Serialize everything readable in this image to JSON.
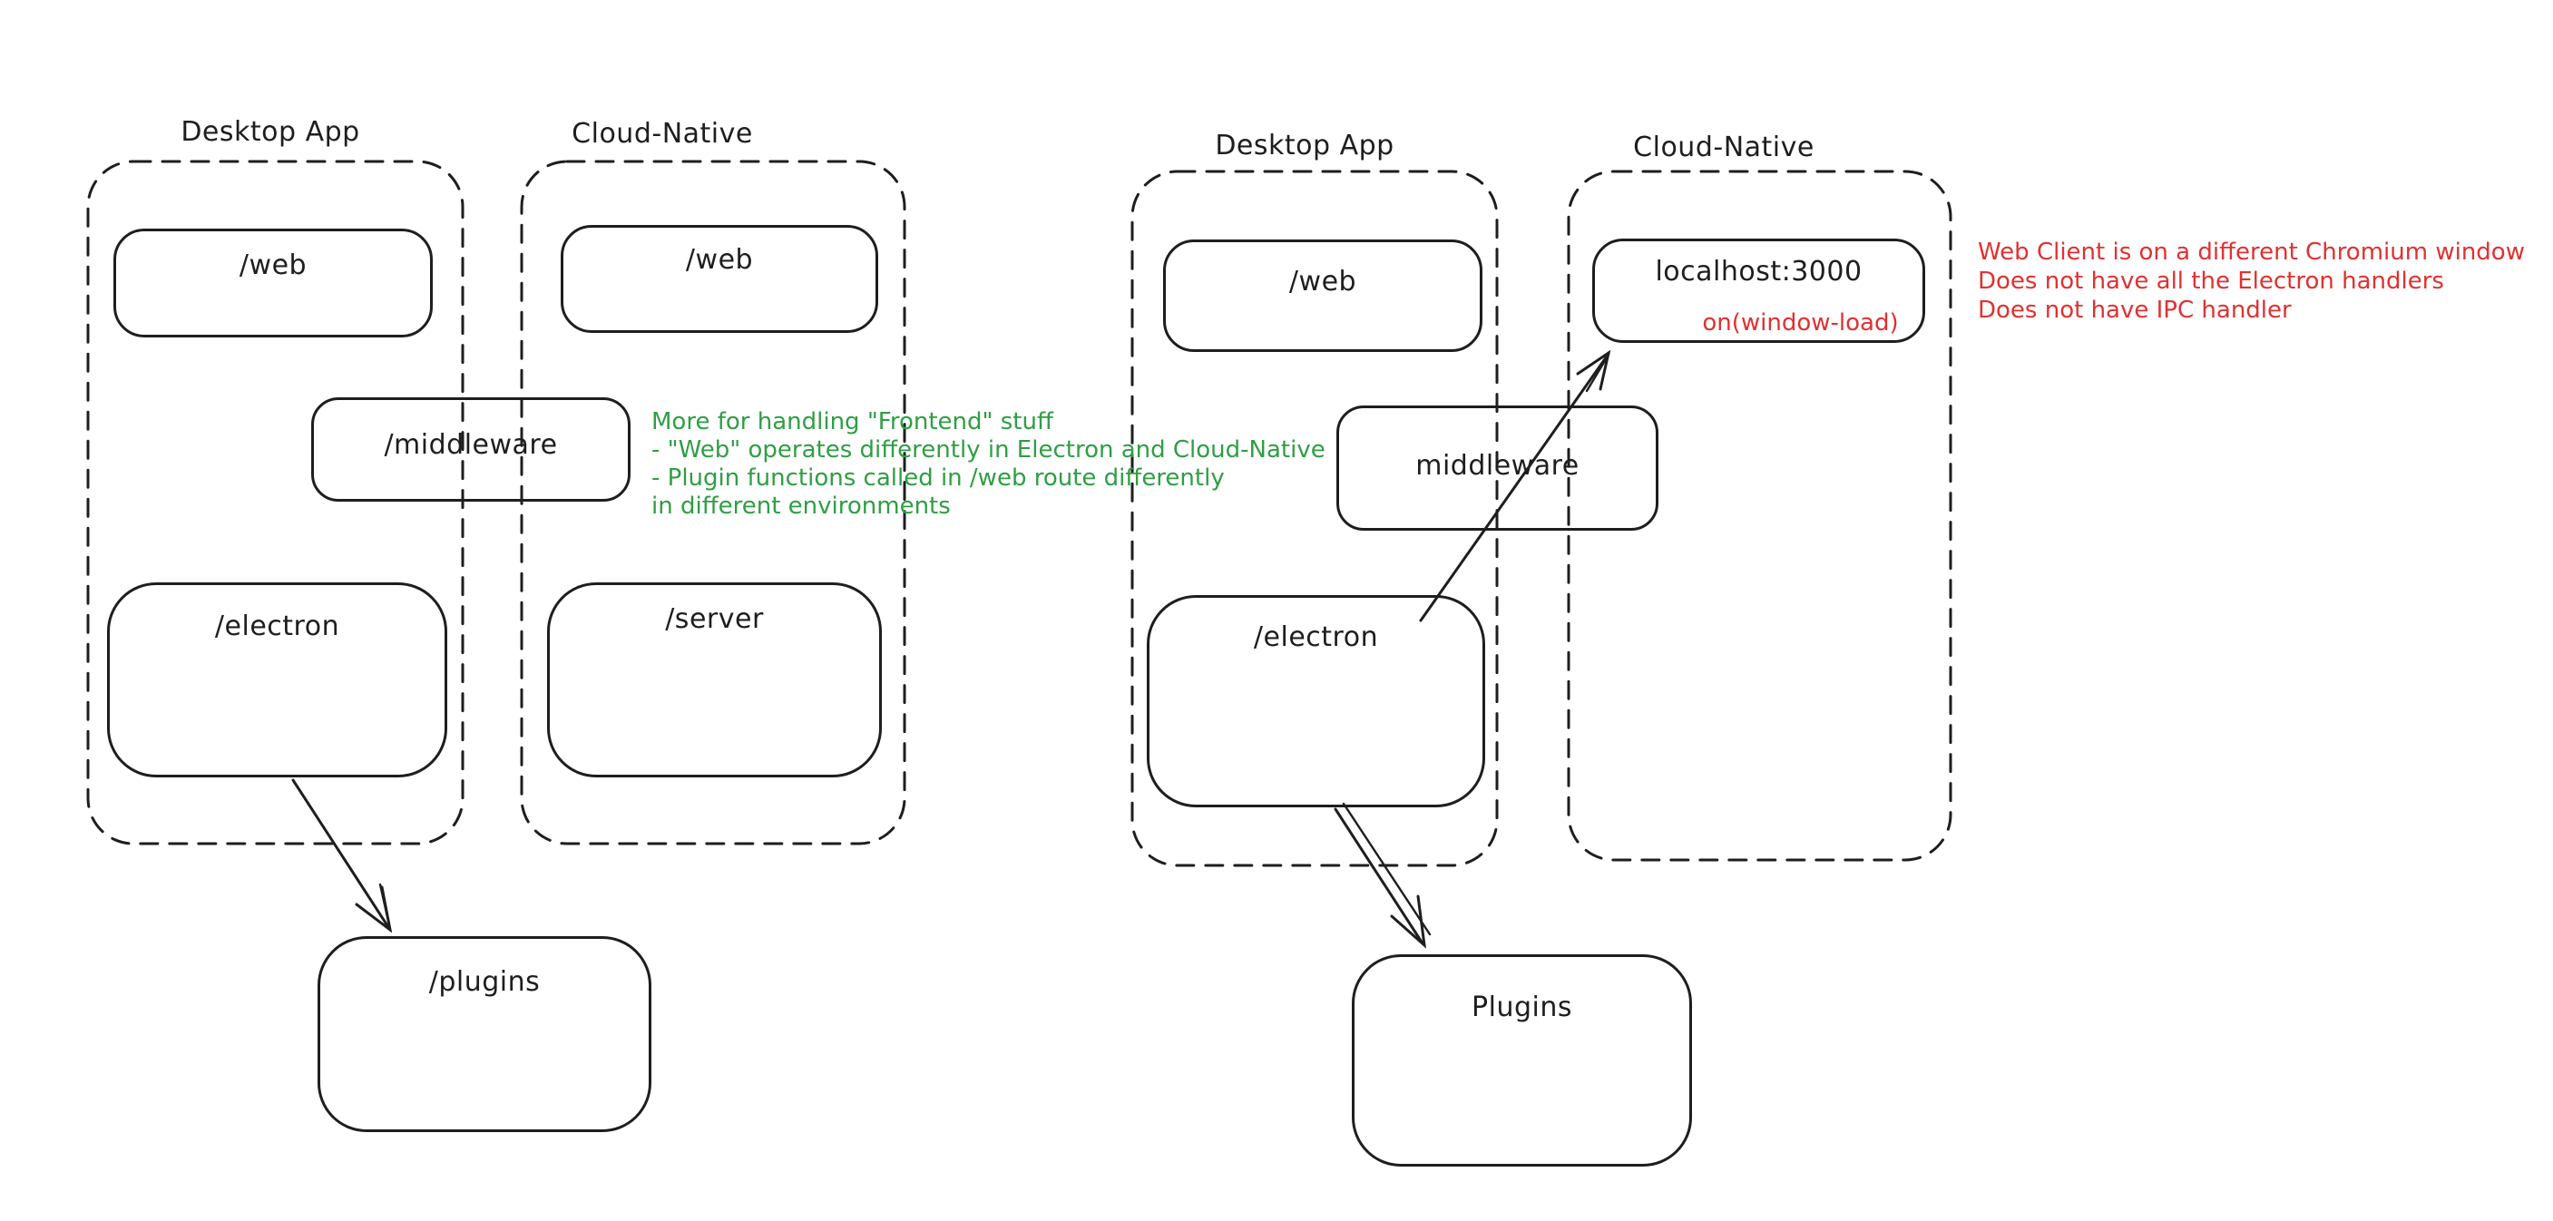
{
  "colors": {
    "stroke": "#1e1e1e",
    "annotation_green": "#2f9e44",
    "annotation_red": "#e03131",
    "background": "#ffffff"
  },
  "diagram": {
    "left": {
      "desktop": {
        "title": "Desktop App",
        "web": "/web",
        "electron": "/electron"
      },
      "cloud": {
        "title": "Cloud-Native",
        "web": "/web",
        "server": "/server"
      },
      "middleware": "/middleware",
      "plugins": "/plugins",
      "green_note": {
        "lines": [
          "More for handling \"Frontend\" stuff",
          "- \"Web\" operates differently in Electron and Cloud-Native",
          "- Plugin functions called in /web route differently",
          "in different environments"
        ]
      }
    },
    "right": {
      "desktop": {
        "title": "Desktop App",
        "web": "/web",
        "electron": "/electron"
      },
      "cloud": {
        "title": "Cloud-Native",
        "localhost": {
          "title": "localhost:3000",
          "handler": "on(window-load)"
        }
      },
      "middleware": "middleware",
      "plugins": "Plugins",
      "red_note": {
        "lines": [
          "Web Client is on a different Chromium window",
          "Does not have all the Electron handlers",
          "Does not have IPC handler"
        ]
      }
    }
  }
}
